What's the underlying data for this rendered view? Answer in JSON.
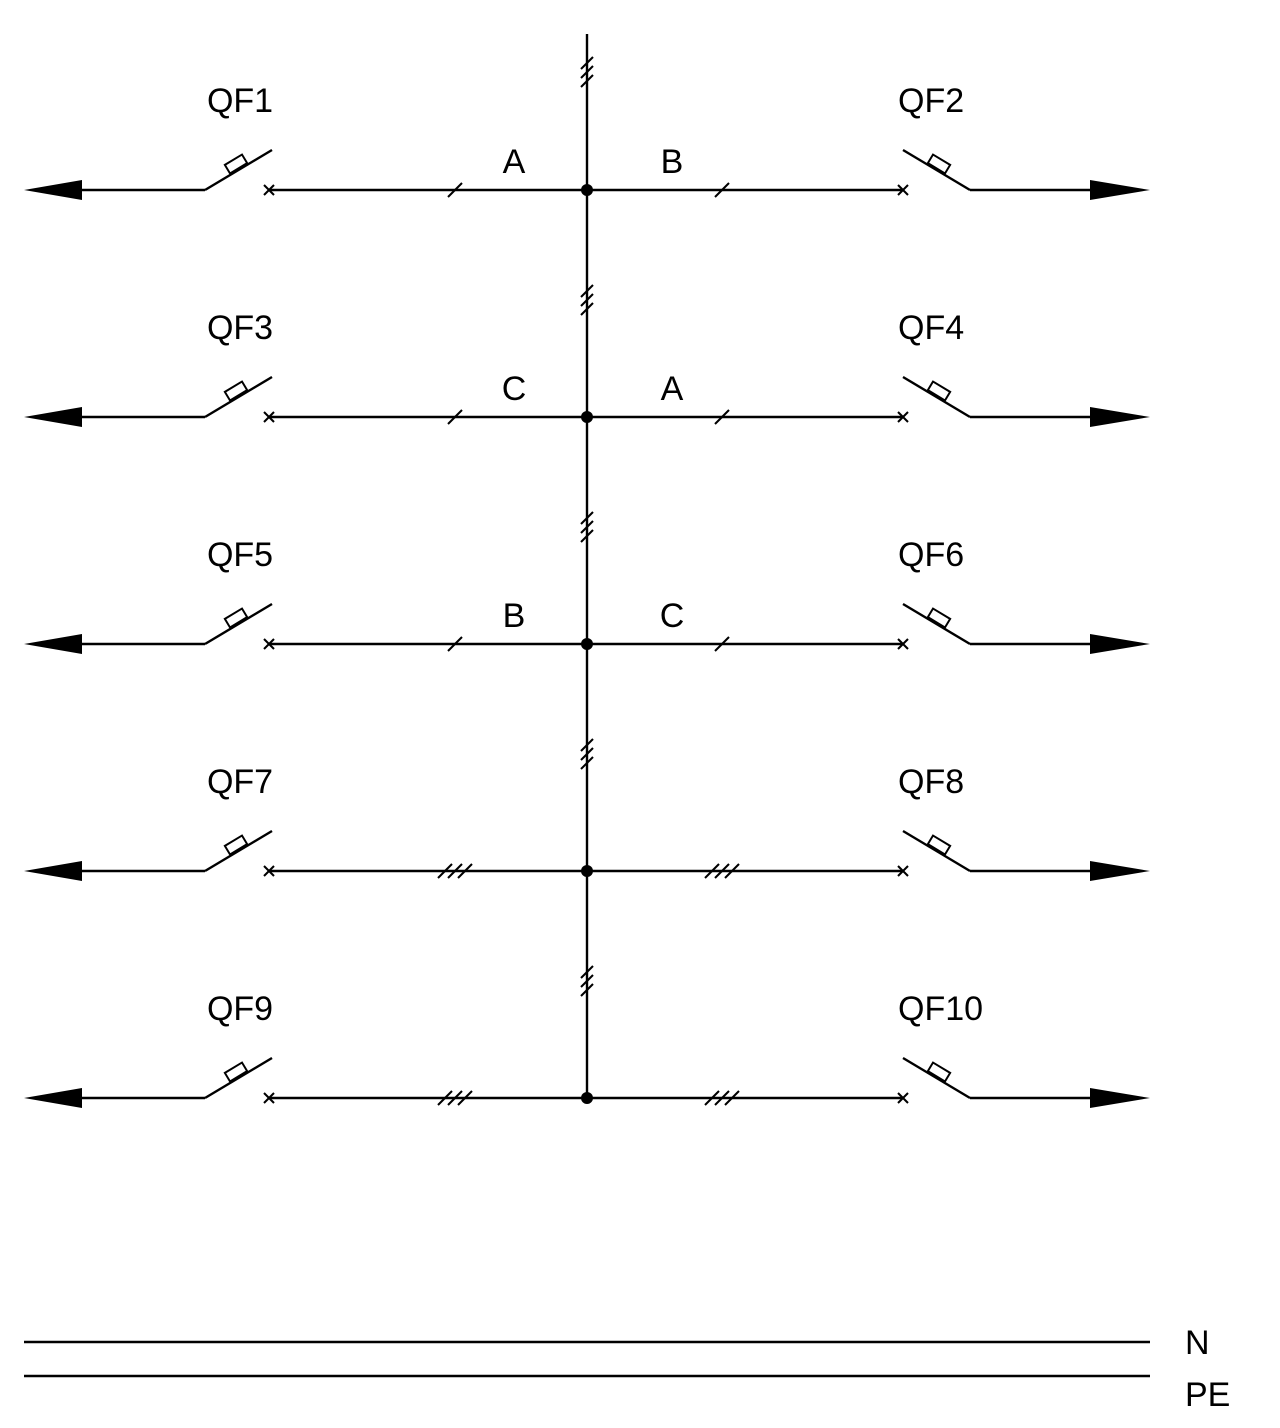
{
  "diagram": {
    "colors": {
      "line": "#000000",
      "background": "#ffffff"
    },
    "rows": [
      {
        "left_breaker": "QF1",
        "right_breaker": "QF2",
        "left_phase": "A",
        "right_phase": "B",
        "wires": 1
      },
      {
        "left_breaker": "QF3",
        "right_breaker": "QF4",
        "left_phase": "C",
        "right_phase": "A",
        "wires": 1
      },
      {
        "left_breaker": "QF5",
        "right_breaker": "QF6",
        "left_phase": "B",
        "right_phase": "C",
        "wires": 1
      },
      {
        "left_breaker": "QF7",
        "right_breaker": "QF8",
        "left_phase": "",
        "right_phase": "",
        "wires": 3
      },
      {
        "left_breaker": "QF9",
        "right_breaker": "QF10",
        "left_phase": "",
        "right_phase": "",
        "wires": 3
      }
    ],
    "bus_lines": [
      {
        "label": "N"
      },
      {
        "label": "PE"
      }
    ]
  }
}
